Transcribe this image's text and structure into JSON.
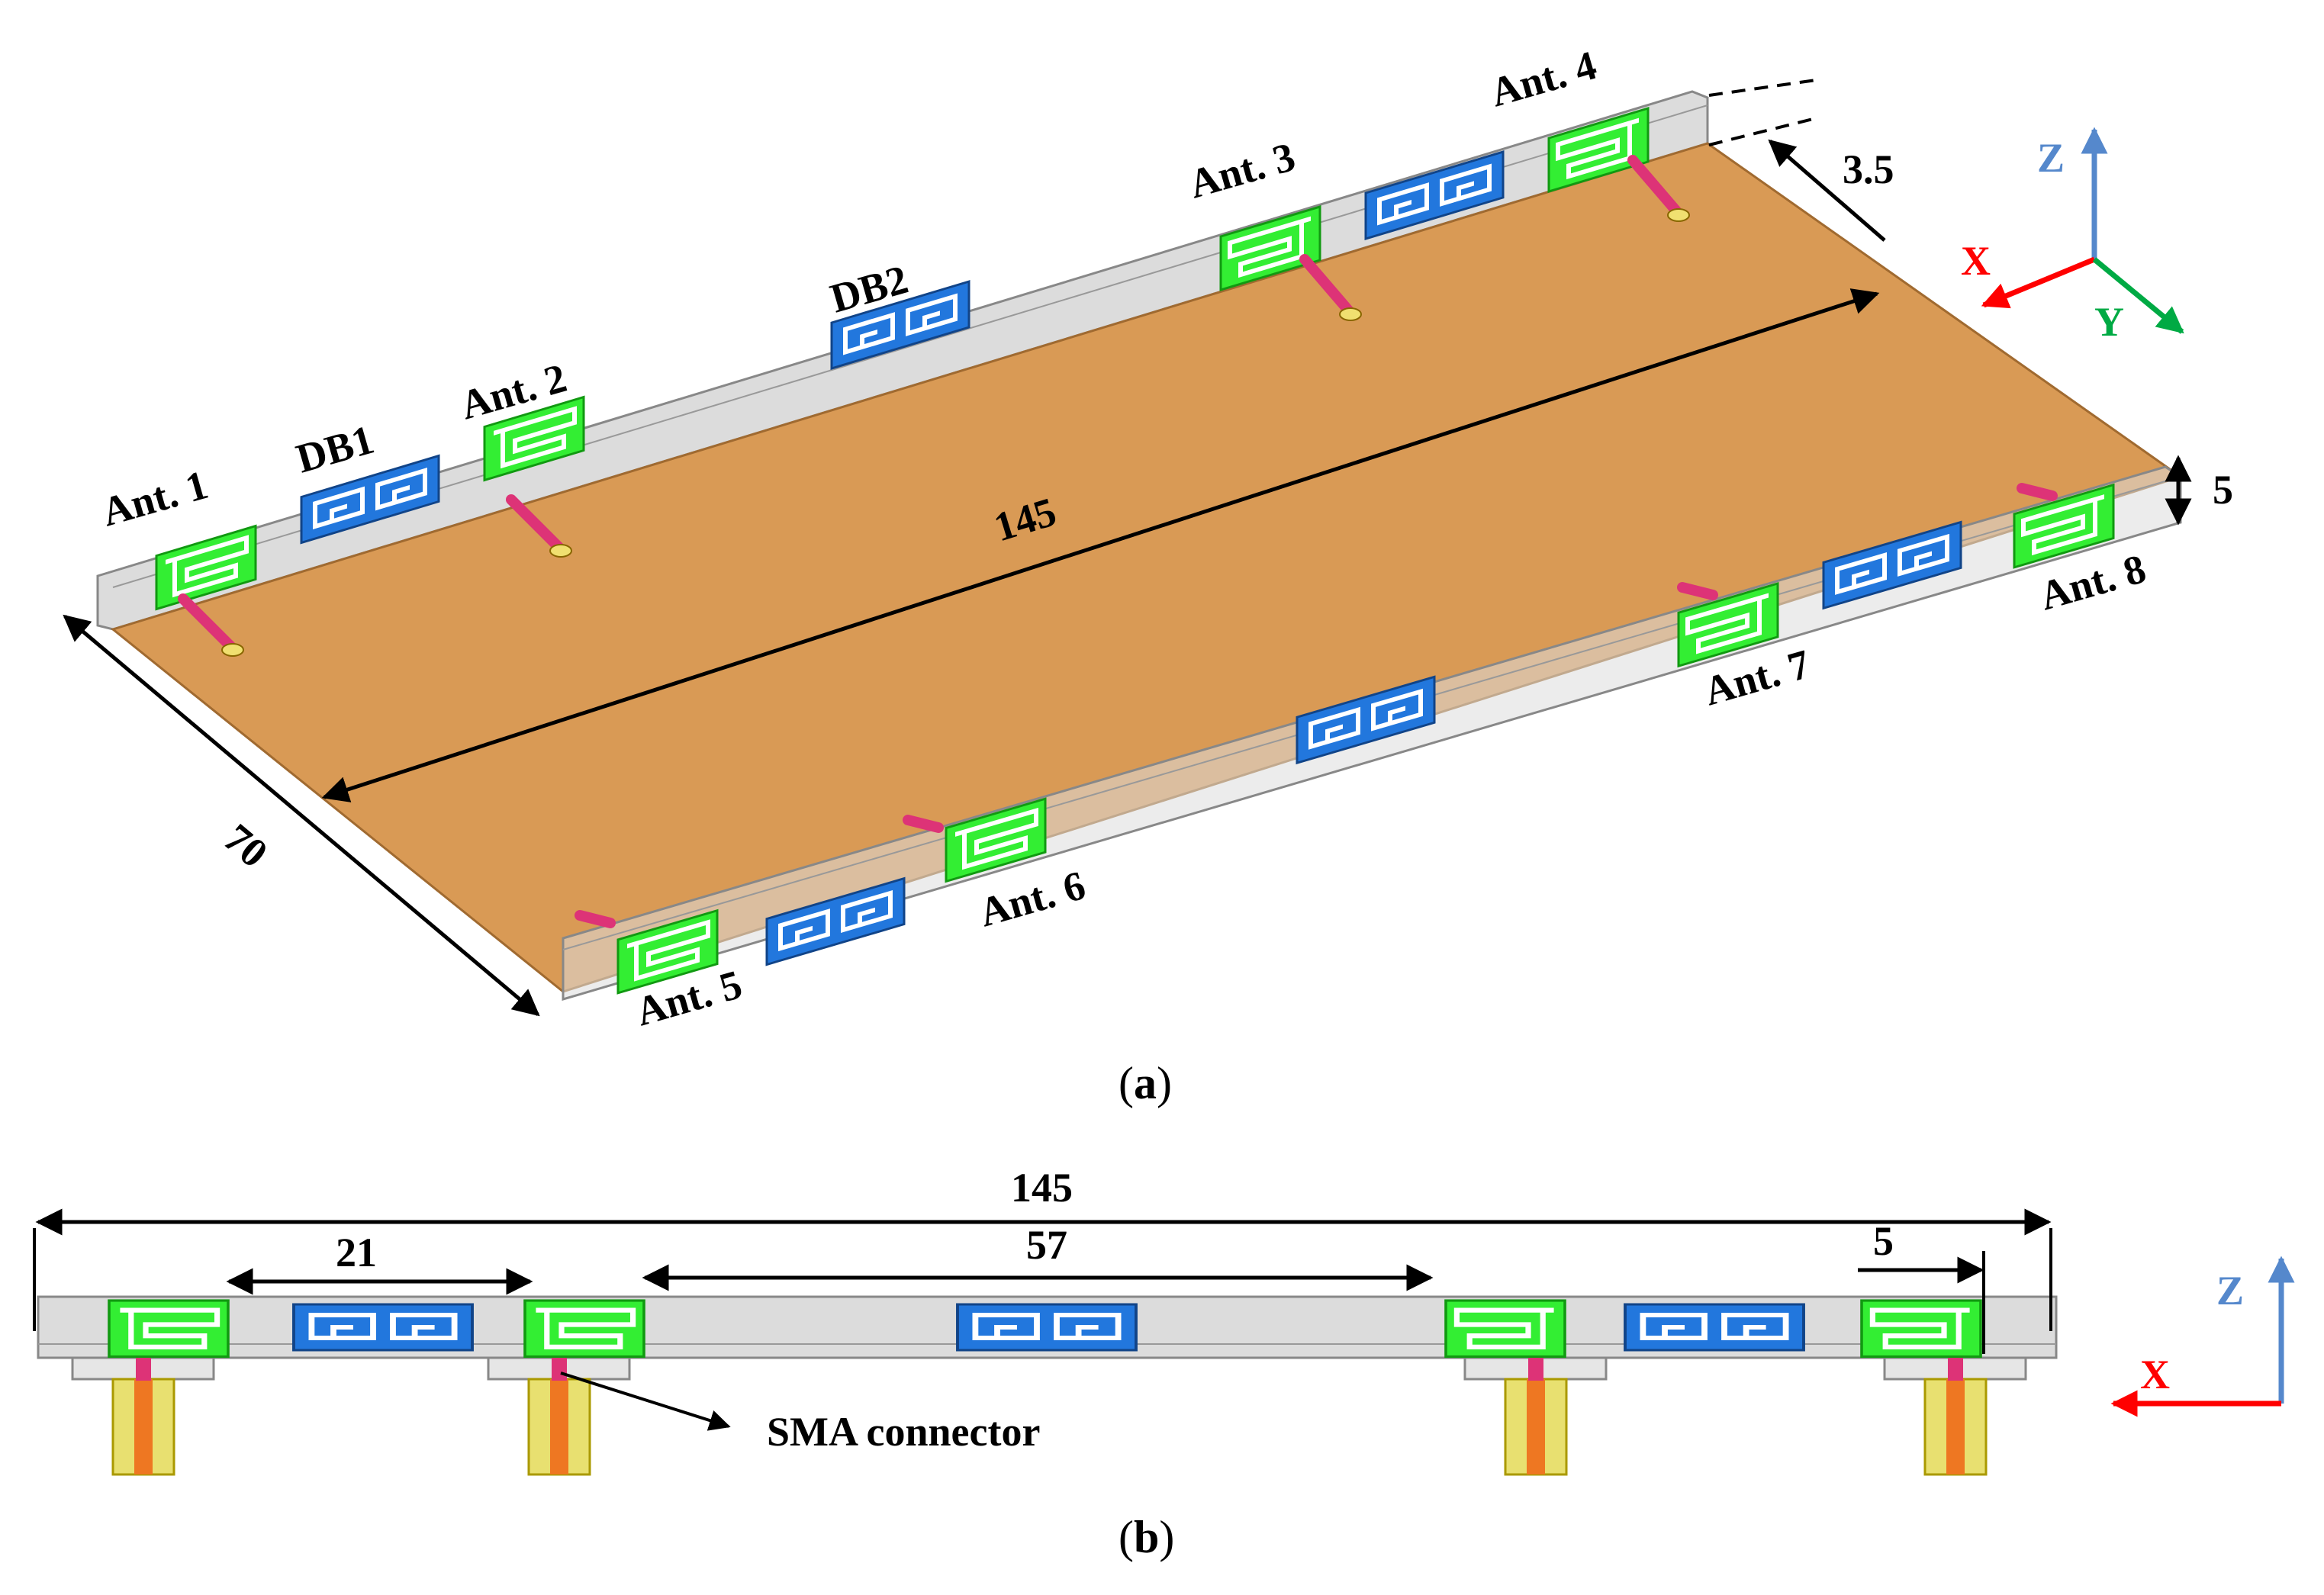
{
  "panel_a": {
    "caption_open": "(",
    "caption_letter": "a",
    "caption_close": ")",
    "antenna_labels": [
      "Ant. 1",
      "Ant. 2",
      "Ant. 3",
      "Ant. 4",
      "Ant. 5",
      "Ant. 6",
      "Ant. 7",
      "Ant. 8"
    ],
    "decoupling_labels": [
      "DB1",
      "DB2"
    ],
    "dimensions": {
      "length": "145",
      "width": "70",
      "height": "5",
      "offset": "3.5"
    },
    "axes": {
      "x": "X",
      "y": "Y",
      "z": "Z"
    }
  },
  "panel_b": {
    "caption_open": "(",
    "caption_letter": "b",
    "caption_close": ")",
    "dimensions": {
      "total": "145",
      "spacing_1": "21",
      "spacing_2": "57",
      "edge": "5"
    },
    "connector_label": "SMA connector",
    "axes": {
      "x": "X",
      "z": "Z"
    }
  },
  "colors": {
    "antenna": "#33ee33",
    "decoupling": "#2277dd",
    "ground": "#d99a55",
    "feed": "#dd3377",
    "wall": "#dcdcdc",
    "axis_x": "#ff0000",
    "axis_y": "#00aa44",
    "axis_z": "#5588cc"
  }
}
